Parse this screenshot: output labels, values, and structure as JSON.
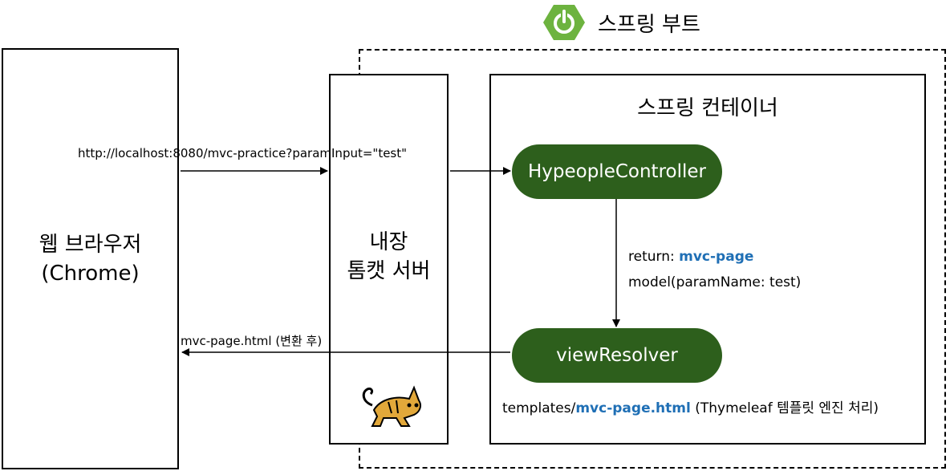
{
  "spring_boot": {
    "label": "스프링 부트",
    "logo_color": "#6db33f"
  },
  "browser": {
    "line1": "웹 브라우저",
    "line2": "(Chrome)"
  },
  "tomcat": {
    "line1": "내장",
    "line2": "톰캣 서버"
  },
  "container": {
    "title": "스프링 컨테이너"
  },
  "controller": {
    "label": "HypeopleController"
  },
  "view_resolver": {
    "label": "viewResolver"
  },
  "request": {
    "url": "http://localhost:8080/mvc-practice?paramInput=\"test\""
  },
  "response": {
    "label": "mvc-page.html (변환 후)"
  },
  "return_info": {
    "prefix": "return: ",
    "value": "mvc-page",
    "model": "model(paramName: test)"
  },
  "template_info": {
    "prefix": "templates/",
    "file": "mvc-page.html",
    "suffix": " (Thymeleaf 템플릿 엔진 처리)"
  },
  "colors": {
    "pill_green": "#2d5f1c",
    "highlight_blue": "#1f6fb5"
  }
}
